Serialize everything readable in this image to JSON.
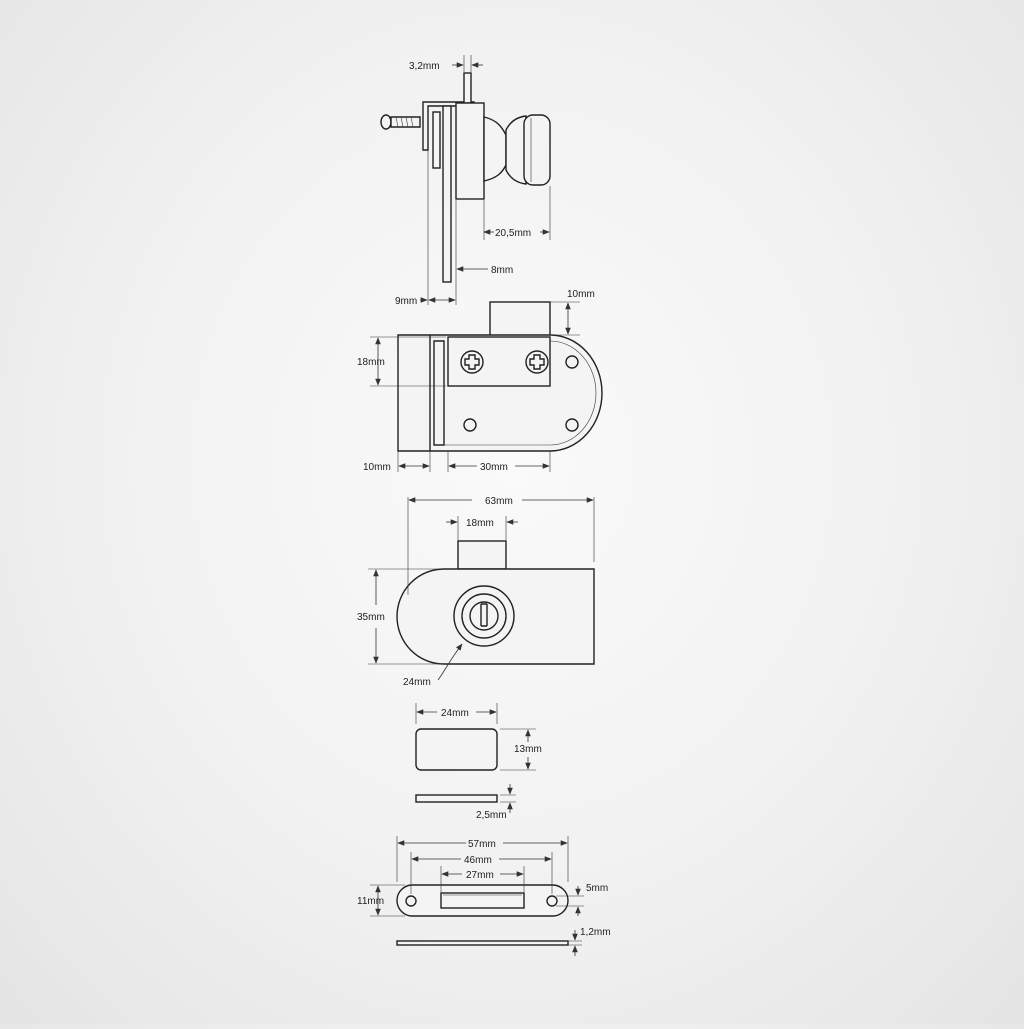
{
  "drawing": {
    "side_view": {
      "dim_thickness": "3,2mm",
      "dim_knob": "20,5mm",
      "dim_offset": "8mm",
      "dim_width": "9mm"
    },
    "top_view": {
      "dim_top": "10mm",
      "dim_height": "18mm",
      "dim_left": "10mm",
      "dim_body": "30mm"
    },
    "front_view": {
      "dim_total": "63mm",
      "dim_tab": "18mm",
      "dim_height": "35mm",
      "dim_cylinder": "24mm"
    },
    "pad_view": {
      "dim_width": "24mm",
      "dim_height": "13mm",
      "dim_thickness": "2,5mm"
    },
    "strike_view": {
      "dim_total": "57mm",
      "dim_holes": "46mm",
      "dim_slot": "27mm",
      "dim_height": "11mm",
      "dim_hole": "5mm",
      "dim_thickness": "1,2mm"
    }
  },
  "colors": {
    "line": "#222222",
    "background": "#f1f1f1"
  }
}
